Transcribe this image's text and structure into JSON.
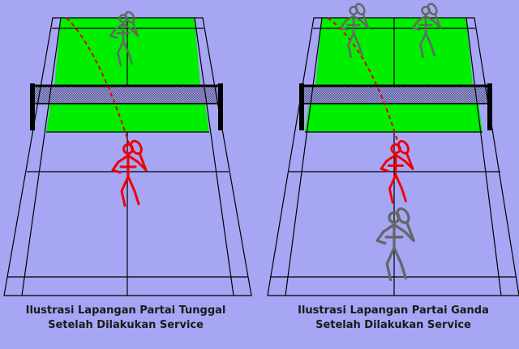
{
  "colors": {
    "background": "#a6a6f5",
    "service_area": "#00ee00",
    "court_lines": "#000000",
    "shuttle_path": "#dd0000",
    "active_player": "#ee0000",
    "other_player": "#666666"
  },
  "icons": {
    "player": "stick-figure-with-racket",
    "shuttle_path": "dashed-curve"
  },
  "illustrations": [
    {
      "id": "singles",
      "caption_line1": "Ilustrasi Lapangan Partai Tunggal",
      "caption_line2": "Setelah Dilakukan Service",
      "players_far_side": 1,
      "players_near_side": 1
    },
    {
      "id": "doubles",
      "caption_line1": "Ilustrasi Lapangan Partai Ganda",
      "caption_line2": "Setelah Dilakukan Service",
      "players_far_side": 2,
      "players_near_side": 2
    }
  ]
}
